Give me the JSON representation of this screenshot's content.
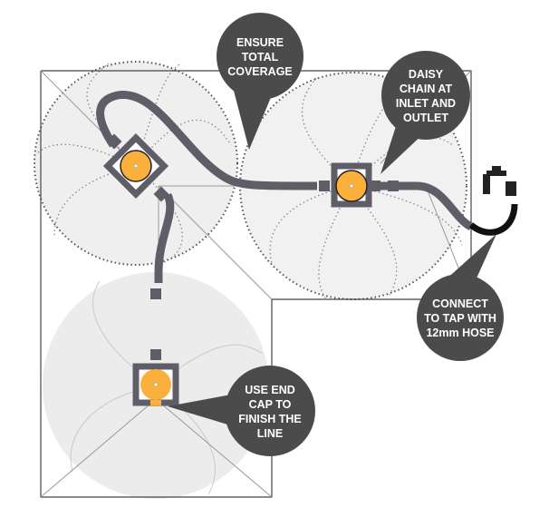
{
  "colors": {
    "pipe": "#5f5e68",
    "sprinkler": "#fbb03b",
    "bubble": "#4b4b4b",
    "coverage": "#efefef"
  },
  "callouts": {
    "coverage": [
      "ENSURE",
      "TOTAL",
      "COVERAGE"
    ],
    "daisy_chain": [
      "DAISY",
      "CHAIN AT",
      "INLET AND",
      "OUTLET"
    ],
    "connect": [
      "CONNECT",
      "TO TAP WITH",
      "12mm HOSE"
    ],
    "end_cap": [
      "USE END",
      "CAP TO",
      "FINISH THE",
      "LINE"
    ]
  }
}
